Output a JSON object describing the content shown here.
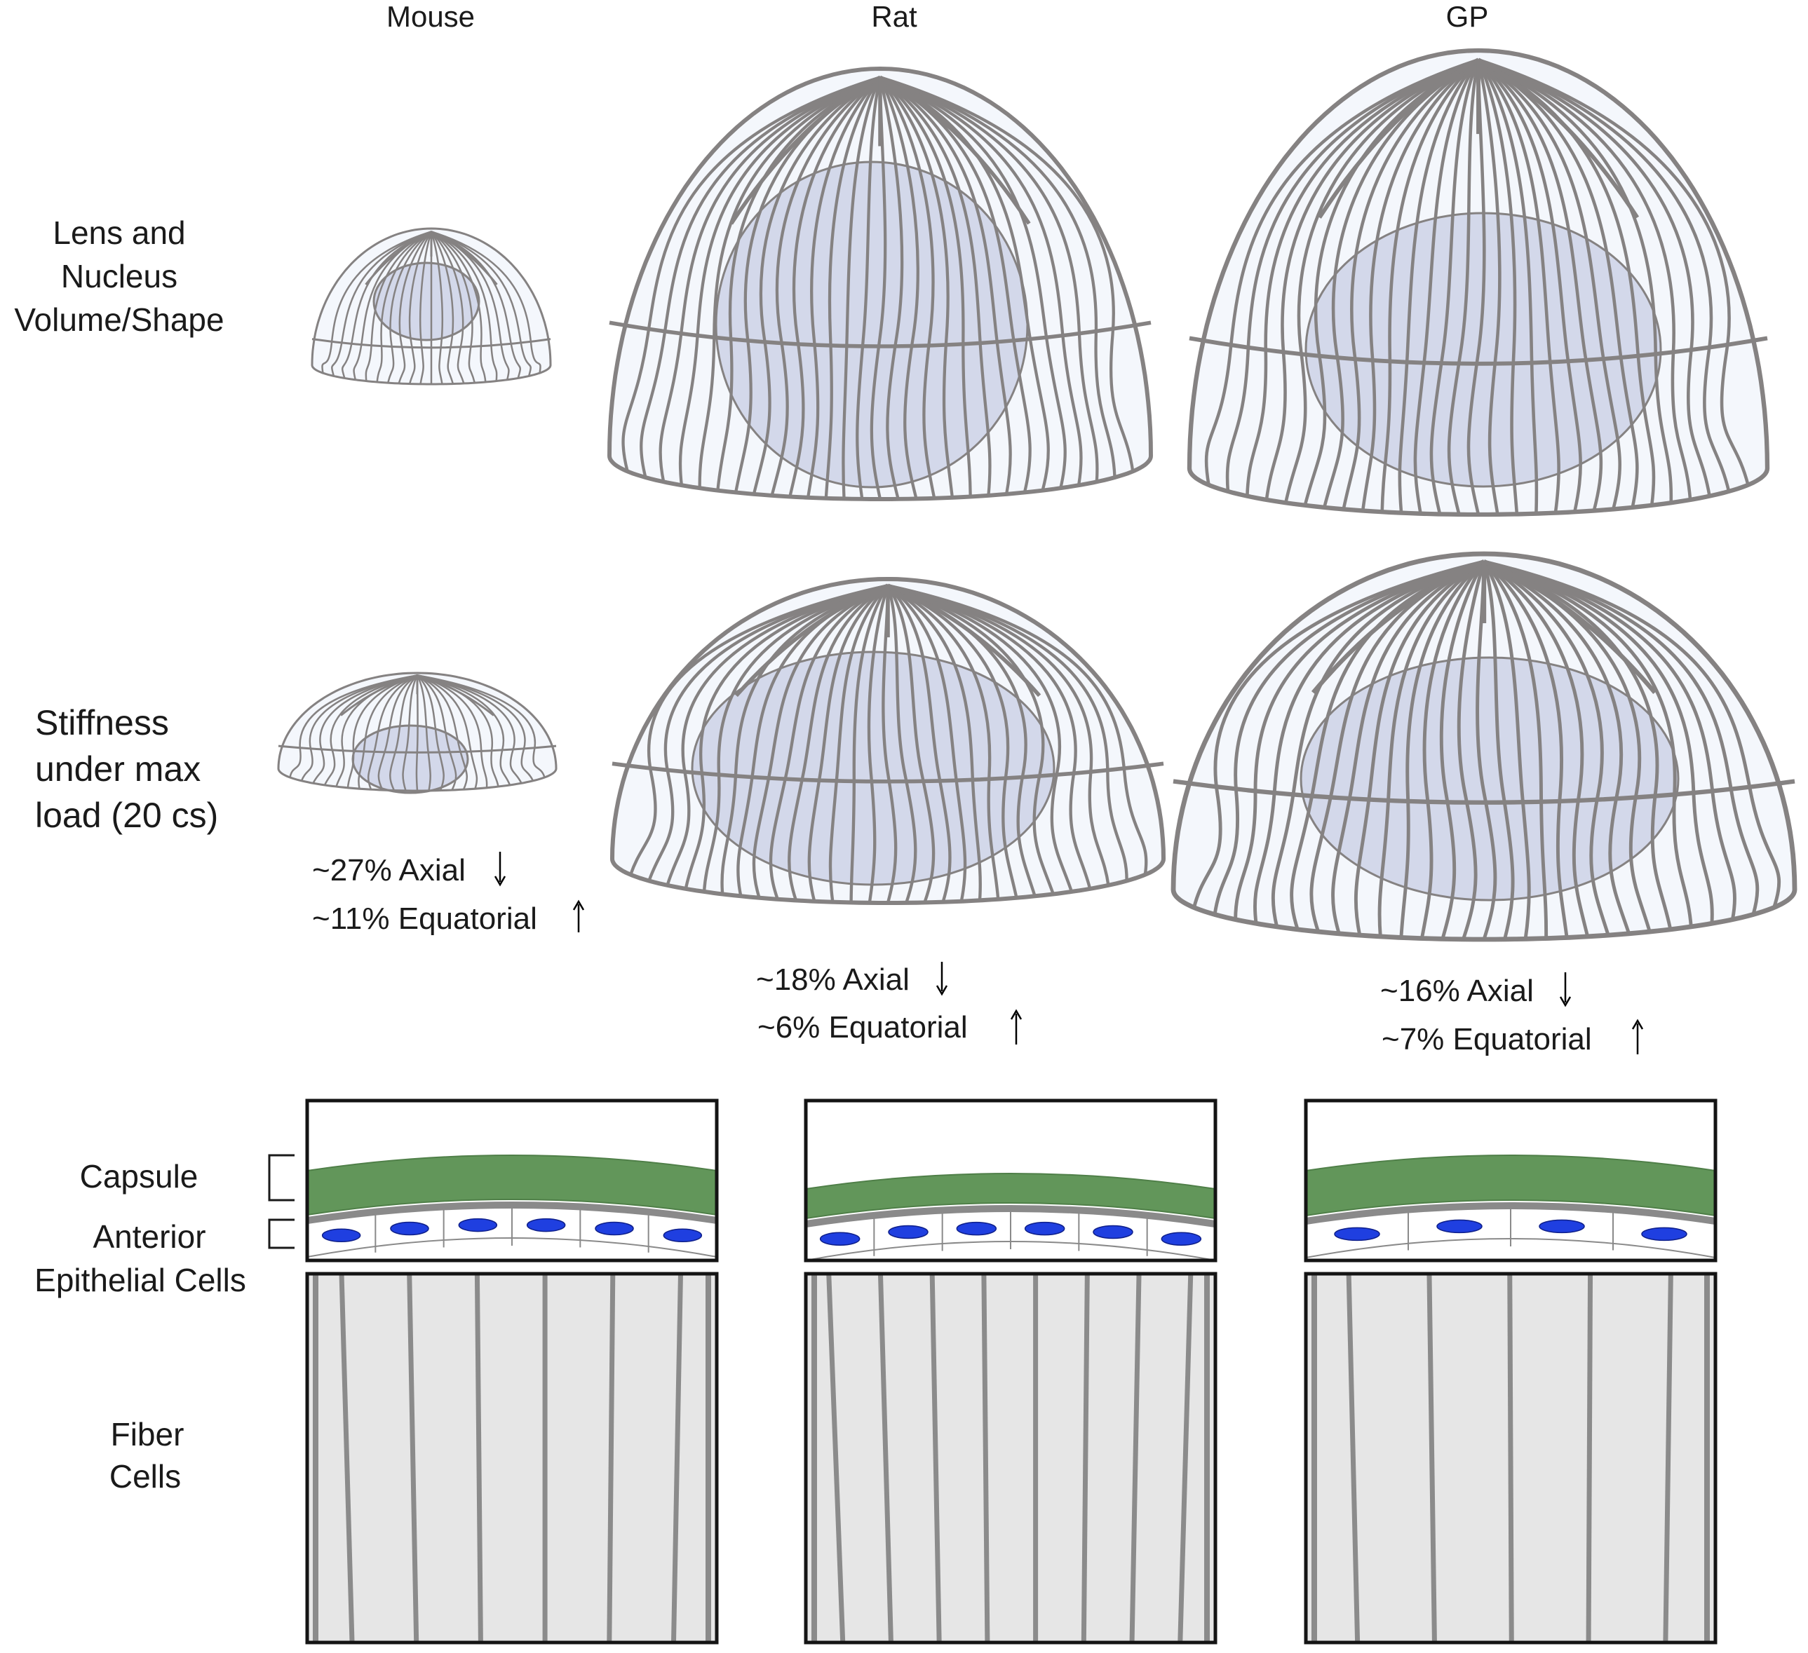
{
  "columns": [
    "Mouse",
    "Rat",
    "GP"
  ],
  "row_labels": {
    "lens": [
      "Lens and",
      "Nucleus",
      "Volume/Shape"
    ],
    "stiffness": [
      "Stiffness",
      "under max",
      "load (20 cs)"
    ],
    "capsule": "Capsule",
    "epithelial": [
      "Anterior",
      "Epithelial Cells"
    ],
    "fiber": [
      "Fiber",
      "Cells"
    ]
  },
  "stiffness_changes": [
    {
      "species": "Mouse",
      "axial": "~27% Axial",
      "equatorial": "~11% Equatorial"
    },
    {
      "species": "Rat",
      "axial": "~18% Axial",
      "equatorial": "~6% Equatorial"
    },
    {
      "species": "GP",
      "axial": "~16% Axial",
      "equatorial": "~7% Equatorial"
    }
  ],
  "colors": {
    "lens_fill": "#f4f7fc",
    "nucleus_fill": "#d3d8ea",
    "mesh_stroke": "#858282",
    "capsule_green": "#62965a",
    "nucleus_blue": "#1f3fe0",
    "fiber_fill": "#e6e6e6",
    "fiber_line": "#8b8b8b",
    "frame": "#141414"
  }
}
